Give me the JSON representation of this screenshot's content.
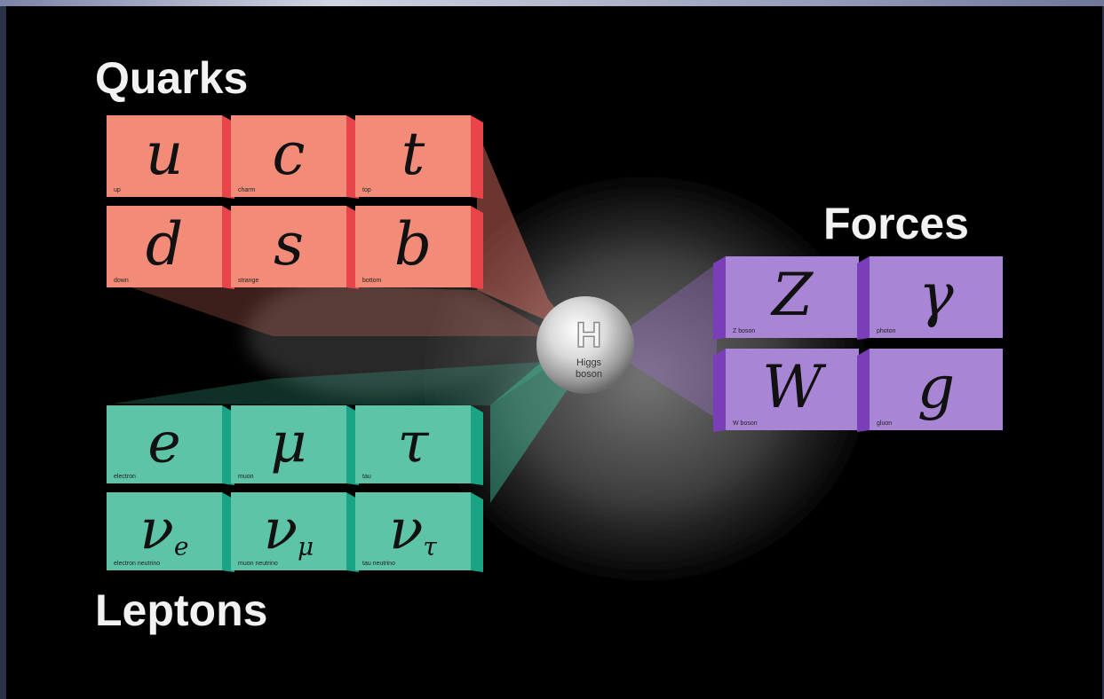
{
  "groups": {
    "quarks": {
      "title": "Quarks",
      "color": "#f28c78",
      "edge_color": "#e8454a",
      "cells": [
        {
          "symbol": "u",
          "sub": "",
          "caption": "up"
        },
        {
          "symbol": "c",
          "sub": "",
          "caption": "charm"
        },
        {
          "symbol": "t",
          "sub": "",
          "caption": "top"
        },
        {
          "symbol": "d",
          "sub": "",
          "caption": "down"
        },
        {
          "symbol": "s",
          "sub": "",
          "caption": "strange"
        },
        {
          "symbol": "b",
          "sub": "",
          "caption": "bottom"
        }
      ]
    },
    "leptons": {
      "title": "Leptons",
      "color": "#5ec4a8",
      "edge_color": "#19a585",
      "cells": [
        {
          "symbol": "e",
          "sub": "",
          "caption": "electron"
        },
        {
          "symbol": "μ",
          "sub": "",
          "caption": "muon"
        },
        {
          "symbol": "τ",
          "sub": "",
          "caption": "tau"
        },
        {
          "symbol": "ν",
          "sub": "e",
          "caption": "electron neutrino"
        },
        {
          "symbol": "ν",
          "sub": "μ",
          "caption": "muon neutrino"
        },
        {
          "symbol": "ν",
          "sub": "τ",
          "caption": "tau neutrino"
        }
      ]
    },
    "forces": {
      "title": "Forces",
      "color": "#a985d6",
      "edge_color": "#7a3fb8",
      "cells": [
        {
          "symbol": "Z",
          "sub": "",
          "caption": "Z boson"
        },
        {
          "symbol": "γ",
          "sub": "",
          "caption": "photon"
        },
        {
          "symbol": "W",
          "sub": "",
          "caption": "W boson"
        },
        {
          "symbol": "g",
          "sub": "",
          "caption": "gluon"
        }
      ]
    }
  },
  "higgs": {
    "symbol": "H",
    "label_line1": "Higgs",
    "label_line2": "boson"
  }
}
